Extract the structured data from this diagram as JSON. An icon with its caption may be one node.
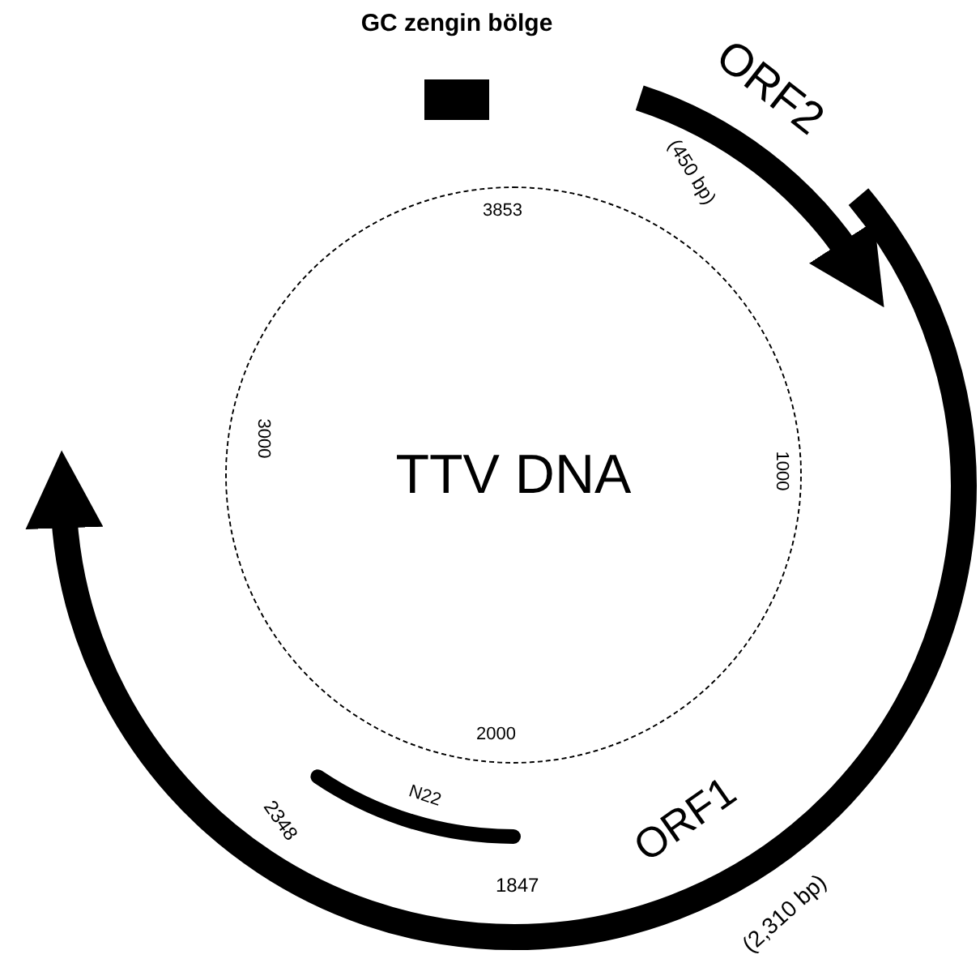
{
  "diagram": {
    "nodes": [
      {
        "text": [
          "GC zengin bölge"
        ]
      },
      {
        "text": [
          "TTV DNA"
        ]
      }
    ],
    "labels": [
      "ORF2",
      "(450 bp)",
      "3853",
      "3000",
      "1000",
      "2000",
      "N22",
      "2348",
      "1847",
      "ORF1",
      "(2,310 bp)"
    ]
  }
}
